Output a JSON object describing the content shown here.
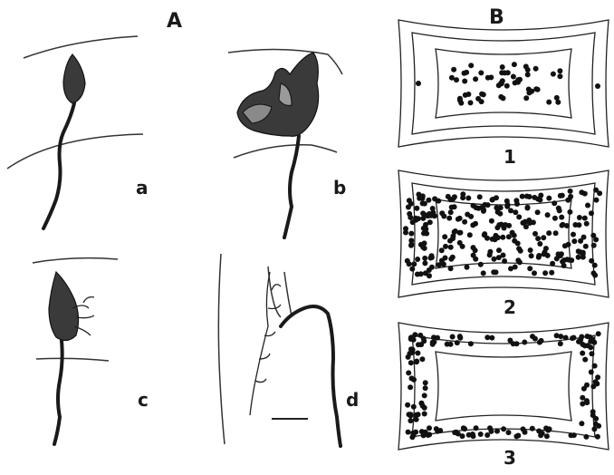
{
  "figure": {
    "panel_a_label": "A",
    "panel_b_label": "B",
    "neurons": [
      {
        "label": "a"
      },
      {
        "label": "b"
      },
      {
        "label": "c"
      },
      {
        "label": "d"
      }
    ],
    "distributions": [
      {
        "label": "1",
        "density": "sparse-center"
      },
      {
        "label": "2",
        "density": "dense-throughout"
      },
      {
        "label": "3",
        "density": "peripheral"
      }
    ]
  }
}
